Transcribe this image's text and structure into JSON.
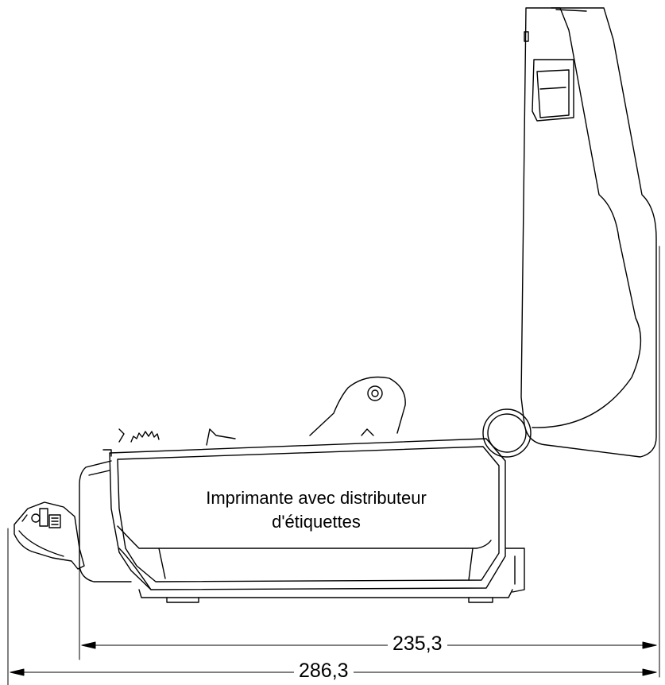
{
  "caption": "Imprimante avec distributeur d'étiquettes",
  "dimensions": {
    "inner_width": "235,3",
    "outer_width": "286,3"
  },
  "colors": {
    "line": "#000000",
    "background": "#ffffff"
  }
}
